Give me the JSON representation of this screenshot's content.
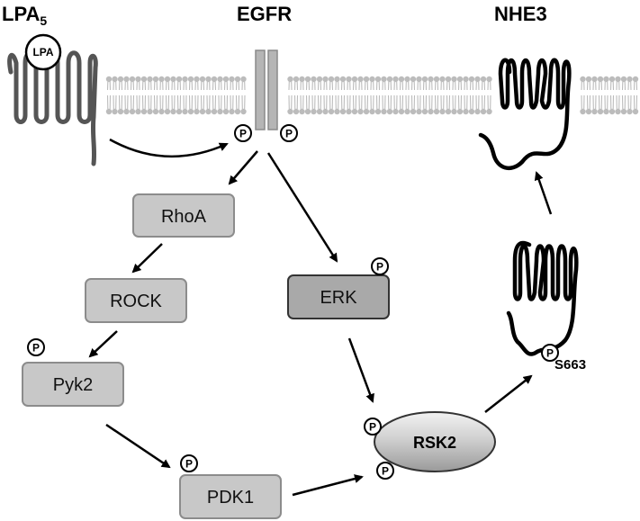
{
  "titles": {
    "lpa5_main": "LPA",
    "lpa5_sub": "5",
    "egfr": "EGFR",
    "nhe3": "NHE3"
  },
  "ligand": {
    "label": "LPA"
  },
  "phospho": {
    "label": "P"
  },
  "nodes": {
    "rhoa": "RhoA",
    "rock": "ROCK",
    "pyk2": "Pyk2",
    "pdk1": "PDK1",
    "erk": "ERK",
    "rsk2": "RSK2"
  },
  "site": {
    "label": "S663"
  },
  "colors": {
    "membrane": "#bcbcbc",
    "box_light": "#c8c8c8",
    "box_dark": "#a9a9a9",
    "box_border": "#8c8c8c",
    "lpa5_line": "#555555"
  }
}
